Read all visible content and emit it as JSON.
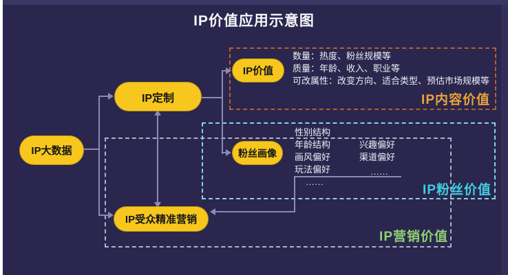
{
  "title": "IP价值应用示意图",
  "colors": {
    "background": "#2a264e",
    "edge_tint": "#3b3764",
    "node_yellow": "#f7c71e",
    "connector": "#8d89b8",
    "content_box_border": "#bb5f2a",
    "content_label": "#eaa33b",
    "fans_box_border": "#85d4e0",
    "fans_label": "#3fcfe0",
    "marketing_box_border": "#aeb2c6",
    "marketing_label": "#90d072"
  },
  "nodes": {
    "big_data": "IP大数据",
    "customization": "IP定制",
    "value": "IP价值",
    "fan_profile": "粉丝画像",
    "precision_marketing": "IP受众精准营销"
  },
  "boxes": {
    "content": {
      "label": "IP内容价值",
      "lines": [
        "数量：热度、粉丝规模等",
        "质量：年龄、收入、职业等",
        "可改属性：改变方向、适合类型、预估市场规模等"
      ]
    },
    "fans": {
      "label": "IP粉丝价值",
      "left_column": [
        "性别结构",
        "年龄结构",
        "画风偏好",
        "玩法偏好",
        "……"
      ],
      "right_column": [
        "兴趣偏好",
        "渠道偏好",
        "……"
      ]
    },
    "marketing": {
      "label": "IP营销价值"
    }
  }
}
